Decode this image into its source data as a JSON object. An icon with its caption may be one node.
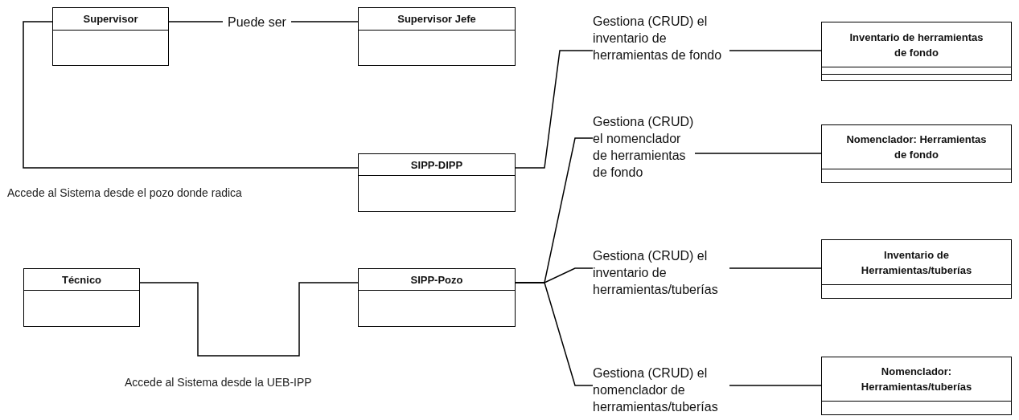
{
  "diagram": {
    "nodes": [
      {
        "text": [
          "Supervisor"
        ]
      },
      {
        "text": [
          "Supervisor Jefe"
        ]
      },
      {
        "text": [
          "SIPP-DIPP"
        ]
      },
      {
        "text": [
          "Técnico"
        ]
      },
      {
        "text": [
          "SIPP-Pozo"
        ]
      },
      {
        "text": [
          "Inventario de herramientas de fondo"
        ]
      },
      {
        "text": [
          "Nomenclador: Herramientas de fondo"
        ]
      },
      {
        "text": [
          "Inventario de Herramientas/tuberías"
        ]
      },
      {
        "text": [
          "Nomenclador: Herramientas/tuberías"
        ]
      },
      {
        "text": [
          "Gestiona (CRUD) el inventario de herramientas de fondo"
        ]
      },
      {
        "text": [
          "Gestiona (CRUD) el nomenclador de herramientas de fondo"
        ]
      },
      {
        "text": [
          "Gestiona (CRUD) el inventario de herramientas/tuberías"
        ]
      },
      {
        "text": [
          "Gestiona (CRUD) el nomenclador de herramientas/tuberías"
        ]
      }
    ],
    "edges": [
      {
        "from": 0,
        "to": 1,
        "arrow": "none",
        "label": "Puede ser"
      },
      {
        "from": 0,
        "to": 2,
        "arrow": "none"
      },
      {
        "from": 3,
        "to": 4,
        "arrow": "none"
      },
      {
        "from": 2,
        "to": 9,
        "arrow": "none"
      },
      {
        "from": 9,
        "to": 5,
        "arrow": "none"
      },
      {
        "from": 4,
        "to": 10,
        "arrow": "none"
      },
      {
        "from": 10,
        "to": 6,
        "arrow": "none"
      },
      {
        "from": 4,
        "to": 11,
        "arrow": "none"
      },
      {
        "from": 11,
        "to": 7,
        "arrow": "none"
      },
      {
        "from": 4,
        "to": 12,
        "arrow": "none"
      },
      {
        "from": 12,
        "to": 8,
        "arrow": "none"
      }
    ],
    "labels": [
      "Accede al Sistema desde el pozo donde radica",
      "Accede al Sistema desde la UEB-IPP"
    ]
  }
}
